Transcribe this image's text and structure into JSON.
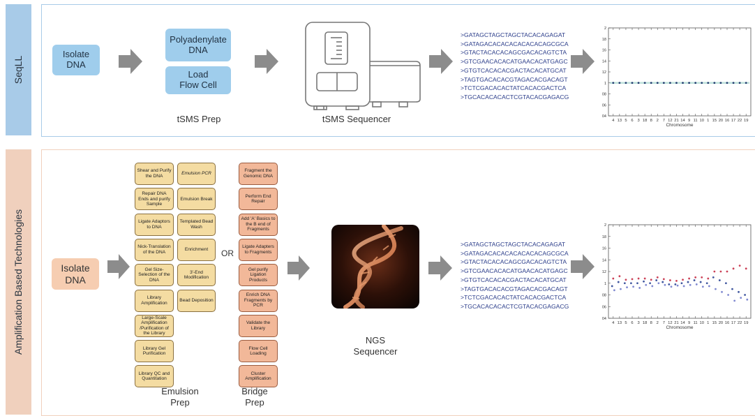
{
  "colors": {
    "seqll_panel": "#a8cbe8",
    "amp_panel": "#f0d0bd",
    "blue_box": "#9fcdec",
    "pink_box": "#f6cdb1",
    "emulsion_box": "#f4dca2",
    "bridge_box": "#f2b899",
    "arrow": "#8c8c8c",
    "sequence_text": "#2b3d8a"
  },
  "seqll": {
    "side_label": "SeqLL",
    "isolate": "Isolate\nDNA",
    "polyadenylate": "Polyadenylate\nDNA",
    "load": "Load\nFlow Cell",
    "prep_label": "tSMS Prep",
    "sequencer_label": "tSMS Sequencer",
    "sequences": [
      ">GATAGCTAGCTAGCTACACAGAGAT",
      ">GATAGACACACACACACACAGCGCA",
      ">GTACTACACACAGCGACACAGTCTA",
      ">GTCGAACACACATGAACACATGAGC",
      ">GTGTCACACACGACTACACATGCAT",
      ">TAGTGACACACGTAGACACGACAGT",
      ">TCTCGACACACTATCACACGACTCA",
      ">TGCACACACACTCGTACACGAGACG"
    ]
  },
  "amp": {
    "side_label": "Amplification Based Technologies",
    "isolate": "Isolate\nDNA",
    "emulsion_col1": [
      "Shear and Purify the DNA",
      "Repair DNA Ends and purify Sample",
      "Ligate Adaptors to DNA",
      "Nick-Translation of the DNA",
      "Gel Size-Selection of the DNA",
      "Library Amplification",
      "Large-Scale Amplification /Purification of the Library",
      "Library Gel Purification",
      "Library QC and Quantitation"
    ],
    "emulsion_col2": [
      "Emulsion PCR",
      "Emulsion Break",
      "Templated Bead Wash",
      "Enrichment",
      "3'-End Modification",
      "Bead Deposition"
    ],
    "or": "OR",
    "bridge": [
      "Fragment the Genomic DNA",
      "Perform End Repair",
      "Add 'A' Basics to the B end of Fragments",
      "Ligate Adapters to Fragments",
      "Gel purify Ligation Products",
      "Enrich DNA Fragments by PCR",
      "Validate the Library",
      "Flow Cell Loading",
      "Cluster Amplification"
    ],
    "emulsion_label": "Emulsion\nPrep",
    "bridge_label": "Bridge\nPrep",
    "sequencer_label": "NGS\nSequencer",
    "sequences": [
      ">GATAGCTAGCTAGCTACACAGAGAT",
      ">GATAGACACACACACACACAGCGCA",
      ">GTACTACACACAGCGACACAGTCTA",
      ">GTCGAACACACATGAACACATGAGC",
      ">GTGTCACACACGACTACACATGCAT",
      ">TAGTGACACACGTAGACACGACAGT",
      ">TCTCGACACACTATCACACGACTCA",
      ">TGCACACACACTCGTACACGAGACG"
    ]
  },
  "chart_data": [
    {
      "type": "scatter",
      "xlabel": "Chromosome",
      "categories": [
        "4",
        "13",
        "5",
        "6",
        "3",
        "18",
        "8",
        "2",
        "7",
        "12",
        "21",
        "14",
        "9",
        "11",
        "10",
        "1",
        "15",
        "20",
        "16",
        "17",
        "22",
        "19"
      ],
      "y_ticks": [
        "04",
        "06",
        "08",
        "1",
        "12",
        "14",
        "16",
        "18",
        "2"
      ],
      "ylim": [
        0.4,
        2.0
      ],
      "values": [
        1,
        1,
        1,
        1,
        1,
        1,
        1,
        1,
        1,
        1,
        1,
        1,
        1,
        1,
        1,
        1,
        1,
        1,
        1,
        1,
        1,
        1
      ]
    },
    {
      "type": "scatter",
      "xlabel": "Chromosome",
      "categories": [
        "4",
        "13",
        "5",
        "6",
        "3",
        "18",
        "8",
        "2",
        "7",
        "12",
        "21",
        "14",
        "9",
        "11",
        "10",
        "1",
        "15",
        "20",
        "16",
        "17",
        "22",
        "19"
      ],
      "y_ticks": [
        "04",
        "06",
        "08",
        "1",
        "12",
        "14",
        "16",
        "18",
        "2"
      ],
      "ylim": [
        0.4,
        2.0
      ],
      "series": [
        {
          "values": [
            0.95,
            1.02,
            1.0,
            1.0,
            1.0,
            1.03,
            1.0,
            1.05,
            1.02,
            0.98,
            0.98,
            1.0,
            1.02,
            1.05,
            1.02,
            1.0,
            1.1,
            1.05,
            1.0,
            0.9,
            0.85,
            0.8
          ]
        },
        {
          "values": [
            1.08,
            1.12,
            1.06,
            1.07,
            1.08,
            1.08,
            1.06,
            1.1,
            1.07,
            1.05,
            1.04,
            1.06,
            1.08,
            1.1,
            1.1,
            1.08,
            1.2,
            1.2,
            1.2,
            1.25,
            1.3,
            1.25
          ]
        },
        {
          "values": [
            0.88,
            0.9,
            0.93,
            0.94,
            0.92,
            0.97,
            0.95,
            1.0,
            0.97,
            0.94,
            0.96,
            0.95,
            0.97,
            0.98,
            0.94,
            0.95,
            0.9,
            0.85,
            0.8,
            0.7,
            0.75,
            0.72
          ]
        }
      ]
    }
  ]
}
